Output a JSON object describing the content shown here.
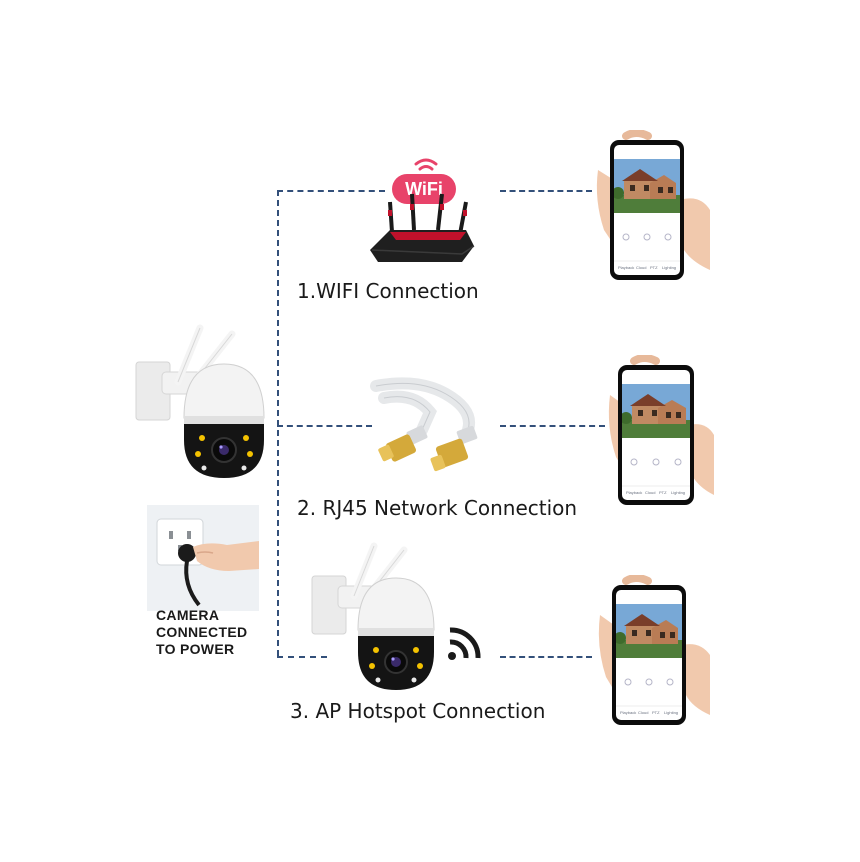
{
  "connections": [
    {
      "label": "1.WIFI Connection"
    },
    {
      "label": "2. RJ45 Network Connection"
    },
    {
      "label": "3. AP Hotspot Connection"
    }
  ],
  "router": {
    "badge": "WiFi"
  },
  "power": {
    "lines": [
      "CAMERA",
      "CONNECTED",
      "TO POWER"
    ]
  },
  "phone": {
    "title": "Frontdoor",
    "tabs": [
      "Playback",
      "Cloud",
      "PTZ",
      "Lighting"
    ]
  },
  "colors": {
    "connector_line": "#33507a",
    "wifi_badge": "#e8436a",
    "router_body": "#1f1f1f",
    "router_accent": "#c0112b",
    "camera_white": "#f2f2f2",
    "camera_black": "#151515",
    "led_yellow": "#f4c200"
  }
}
